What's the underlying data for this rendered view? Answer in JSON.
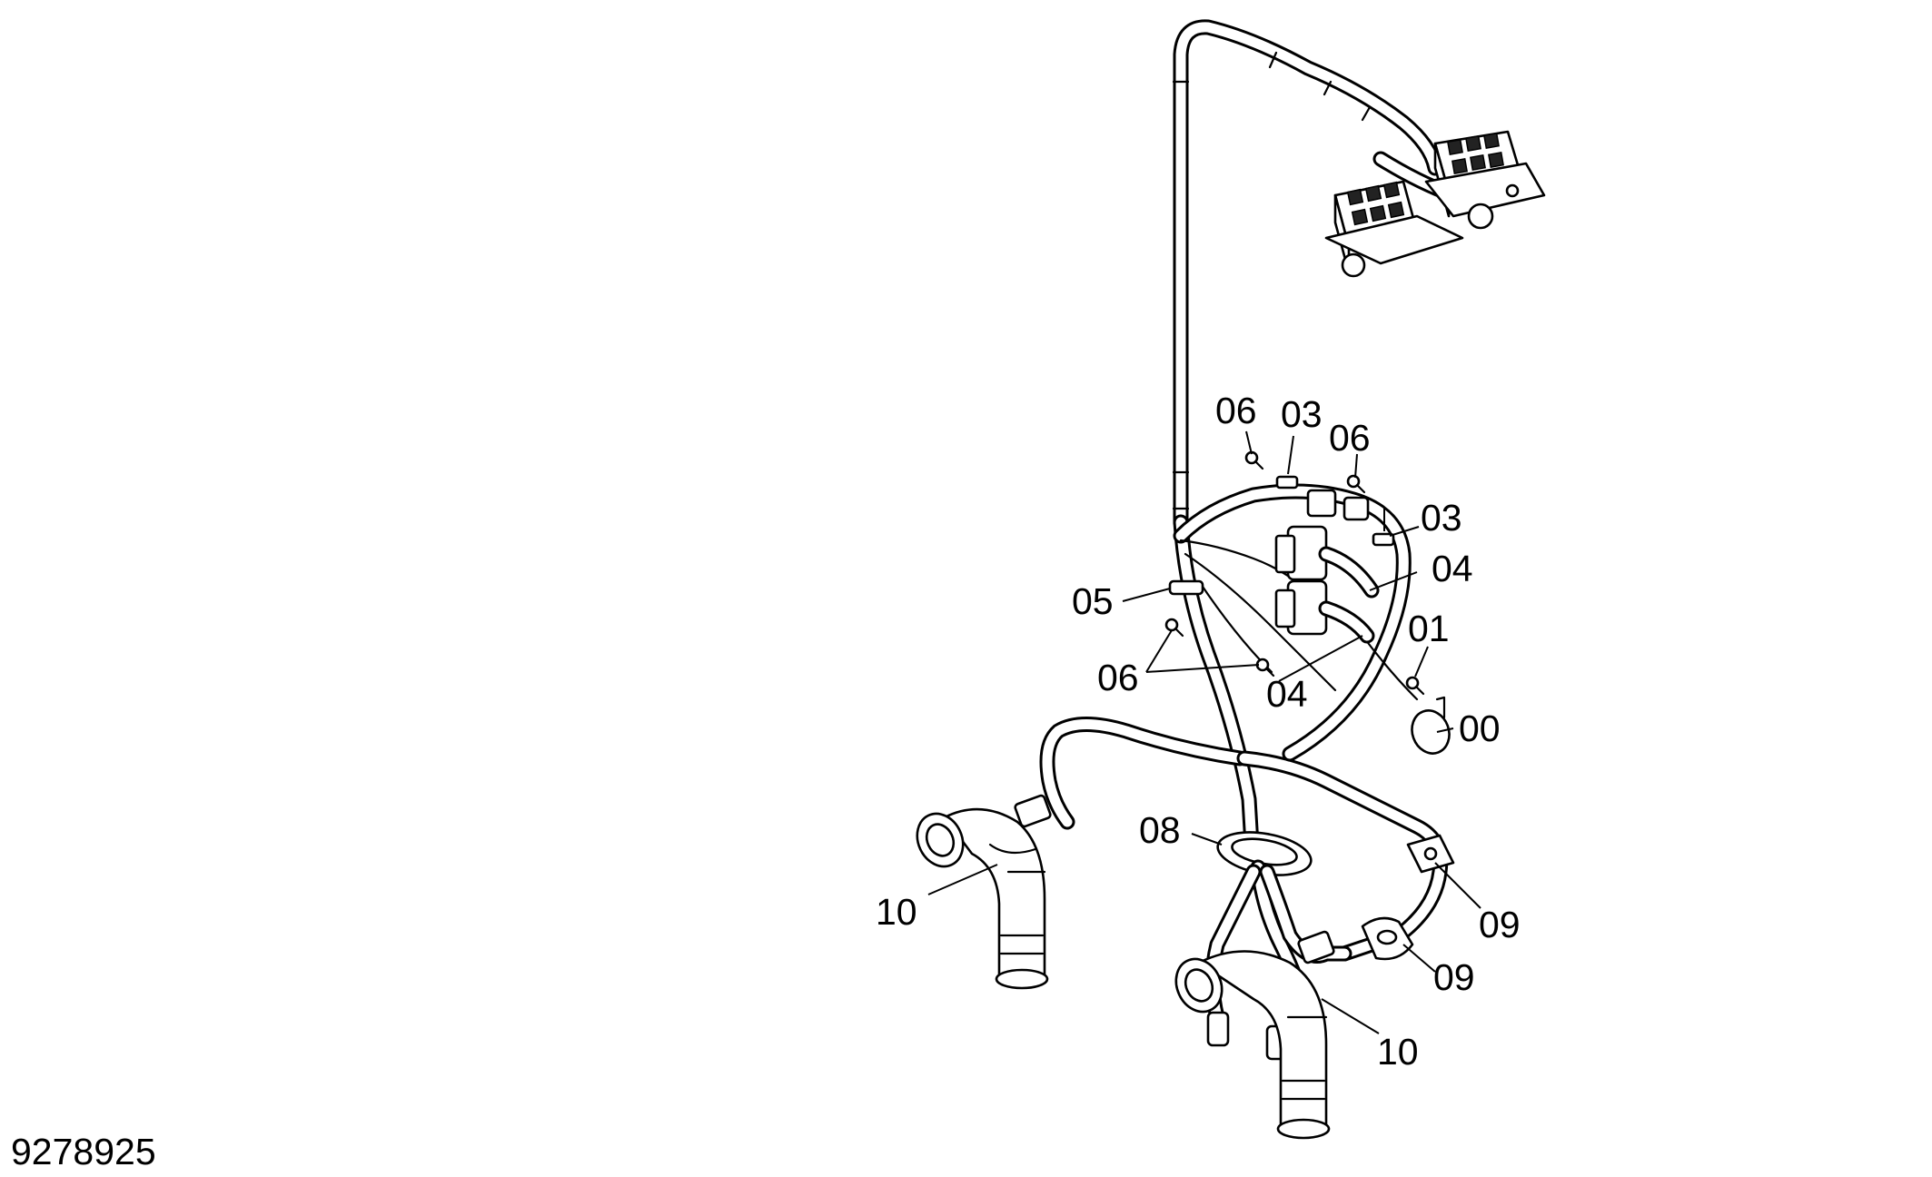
{
  "drawing": {
    "number": "9278925",
    "callouts": [
      {
        "id": "c-06-top-left",
        "text": "06"
      },
      {
        "id": "c-03-top",
        "text": "03"
      },
      {
        "id": "c-06-top-right",
        "text": "06"
      },
      {
        "id": "c-03-right",
        "text": "03"
      },
      {
        "id": "c-04-upper",
        "text": "04"
      },
      {
        "id": "c-05",
        "text": "05"
      },
      {
        "id": "c-01",
        "text": "01"
      },
      {
        "id": "c-06-bottom",
        "text": "06"
      },
      {
        "id": "c-04-lower",
        "text": "04"
      },
      {
        "id": "c-00",
        "text": "00"
      },
      {
        "id": "c-08",
        "text": "08"
      },
      {
        "id": "c-10-left",
        "text": "10"
      },
      {
        "id": "c-09-upper",
        "text": "09"
      },
      {
        "id": "c-09-lower",
        "text": "09"
      },
      {
        "id": "c-10-bottom",
        "text": "10"
      }
    ]
  }
}
